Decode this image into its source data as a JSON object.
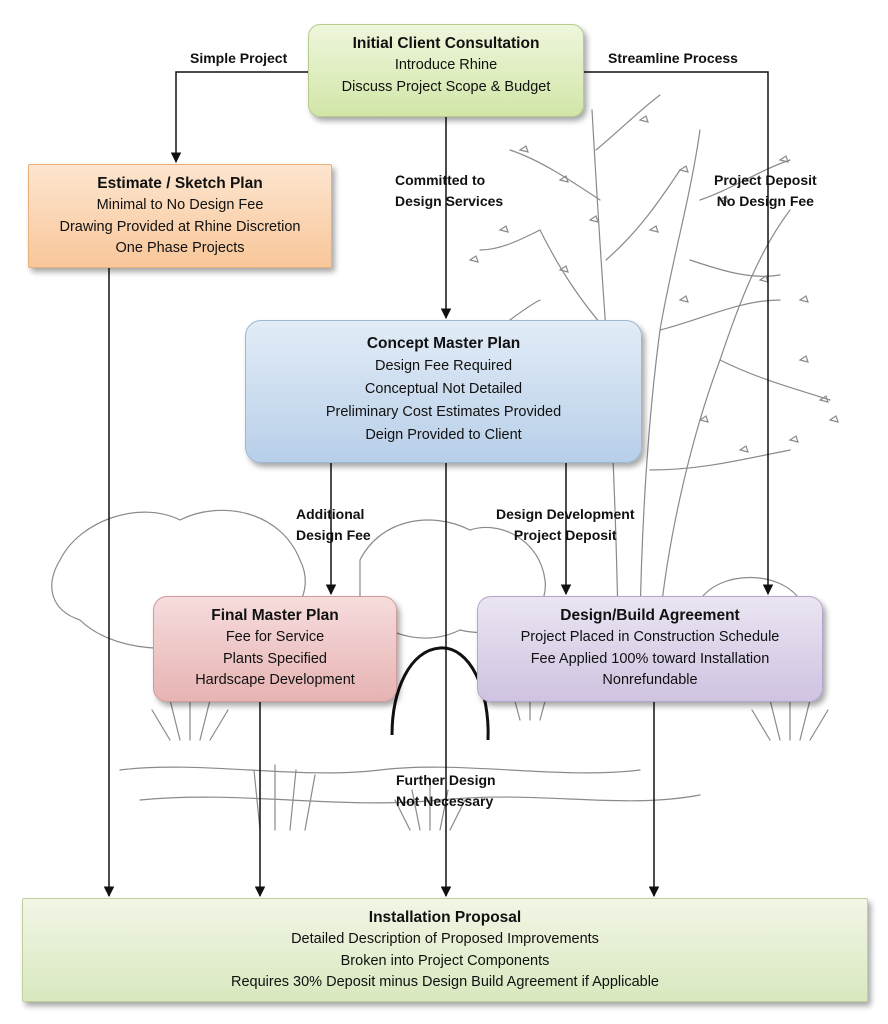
{
  "nodes": {
    "consultation": {
      "title": "Initial Client Consultation",
      "lines": [
        "Introduce Rhine",
        "Discuss Project Scope & Budget"
      ]
    },
    "estimate": {
      "title": "Estimate / Sketch Plan",
      "lines": [
        "Minimal to No Design Fee",
        "Drawing Provided at Rhine Discretion",
        "One Phase Projects"
      ]
    },
    "concept": {
      "title": "Concept Master Plan",
      "lines": [
        "Design Fee Required",
        "Conceptual Not Detailed",
        "Preliminary Cost Estimates Provided",
        "Deign Provided to Client"
      ]
    },
    "final": {
      "title": "Final Master Plan",
      "lines": [
        "Fee for Service",
        "Plants Specified",
        "Hardscape Development"
      ]
    },
    "designbuild": {
      "title": "Design/Build Agreement",
      "lines": [
        "Project Placed in Construction Schedule",
        "Fee Applied 100% toward Installation",
        "Nonrefundable"
      ]
    },
    "installation": {
      "title": "Installation Proposal",
      "lines": [
        "Detailed Description of Proposed Improvements",
        "Broken into Project Components",
        "Requires 30% Deposit minus Design Build Agreement if Applicable"
      ]
    }
  },
  "edge_labels": {
    "simple_project": "Simple Project",
    "streamline_process": "Streamline Process",
    "committed": [
      "Committed to",
      "Design Services"
    ],
    "project_deposit": [
      "Project Deposit",
      "No Design Fee"
    ],
    "additional_fee": [
      "Additional",
      "Design Fee"
    ],
    "design_development": [
      "Design Development",
      "Project Deposit"
    ],
    "further_design": [
      "Further Design",
      "Not Necessary"
    ]
  },
  "colors": {
    "consultation": "#d2e6a8",
    "estimate": "#f8c79a",
    "concept": "#b8cfe9",
    "final": "#e7b3b3",
    "designbuild": "#cfc3e1",
    "installation": "#d9e8bf",
    "sketch_lines": "#8a8a8a",
    "arrows": "#111111"
  },
  "background_illustration": "landscape-sketch"
}
